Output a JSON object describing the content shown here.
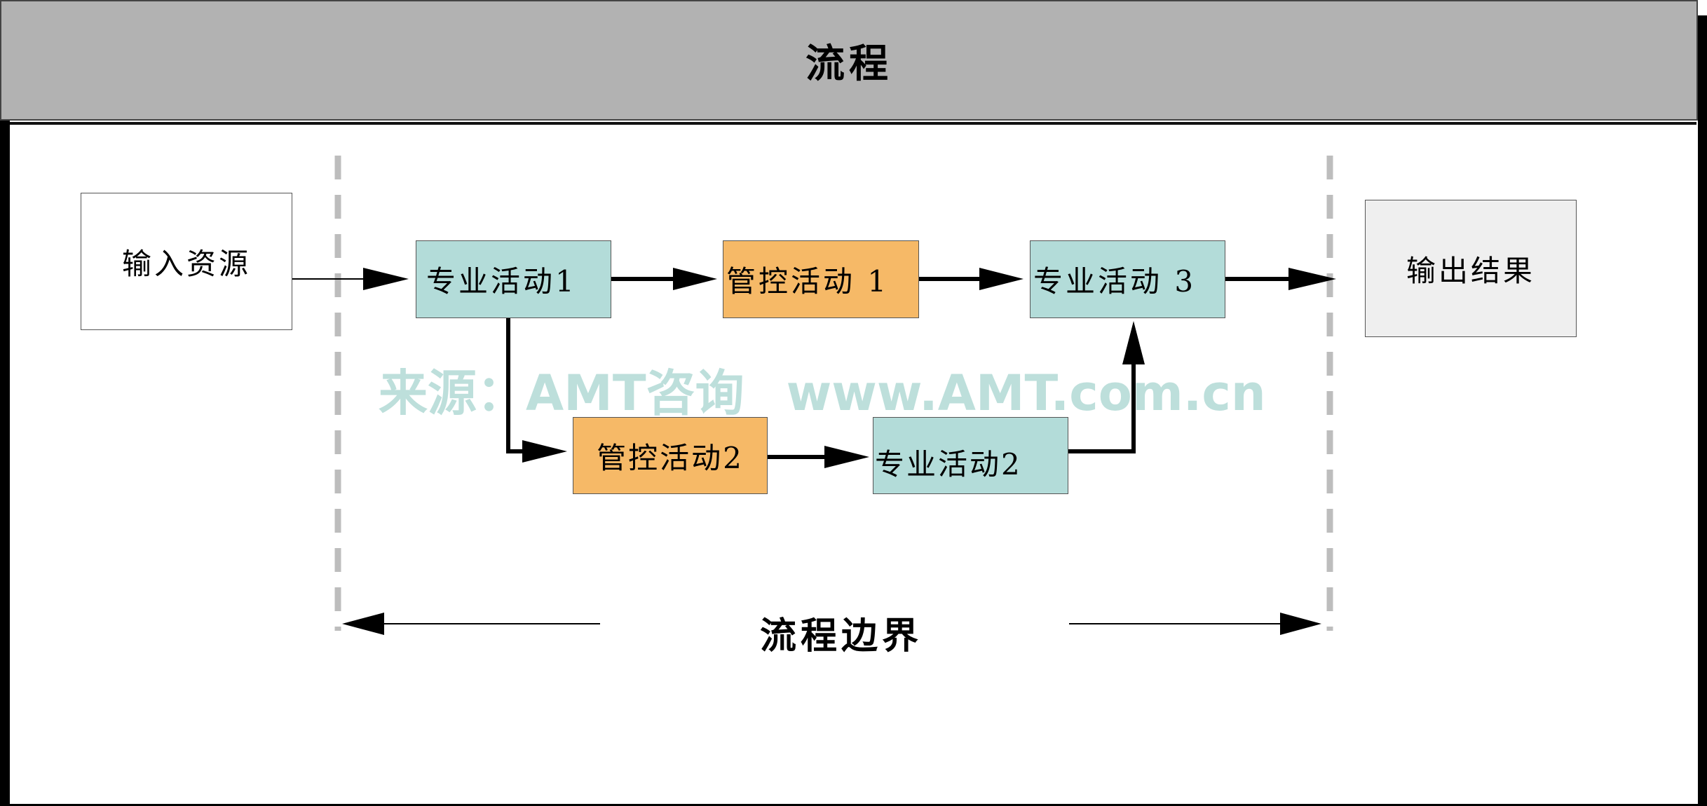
{
  "header": {
    "title": "流程"
  },
  "nodes": {
    "input": "输入资源",
    "output": "输出结果",
    "spec1": "专业活动1",
    "ctrl1": "管控活动 1",
    "spec3": "专业活动 3",
    "ctrl2": "管控活动2",
    "spec2": "专业活动2"
  },
  "boundary": {
    "label": "流程边界"
  },
  "watermark": {
    "source": "来源：AMT咨询",
    "url": "www.AMT.com.cn"
  },
  "colors": {
    "header_bg": "#b2b2b2",
    "professional_activity": "#b3dcd9",
    "control_activity": "#f6b967",
    "output_bg": "#efefef",
    "watermark": "#b6dcd8"
  }
}
